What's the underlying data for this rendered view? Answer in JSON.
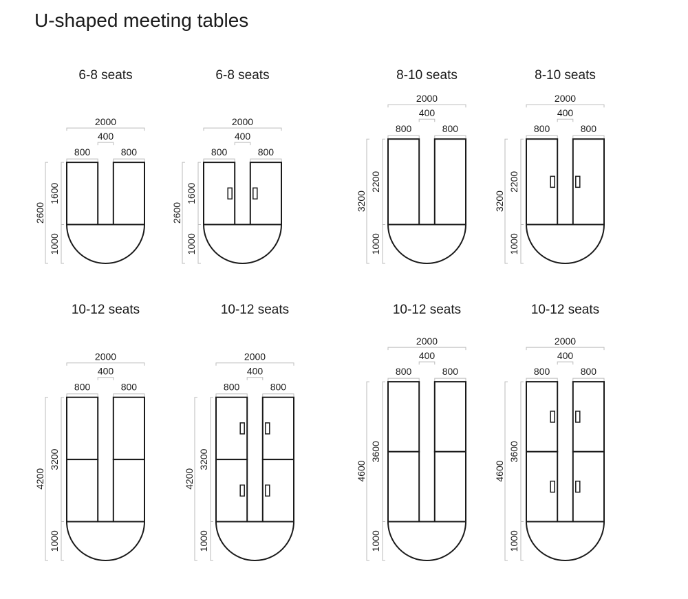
{
  "title": "U-shaped meeting tables",
  "colors": {
    "outline": "#1a1a1a",
    "dimension": "#bbbbbb",
    "text": "#1a1a1a"
  },
  "tables": [
    {
      "label": "6-8 seats",
      "width": "2000",
      "gap": "400",
      "arm": "800",
      "total_length": "2600",
      "arm_length": "1600",
      "depth": "1000",
      "arm_mm": 1600,
      "modules": 1,
      "power_outlets": false
    },
    {
      "label": "6-8 seats",
      "width": "2000",
      "gap": "400",
      "arm": "800",
      "total_length": "2600",
      "arm_length": "1600",
      "depth": "1000",
      "arm_mm": 1600,
      "modules": 1,
      "power_outlets": true
    },
    {
      "label": "8-10 seats",
      "width": "2000",
      "gap": "400",
      "arm": "800",
      "total_length": "3200",
      "arm_length": "2200",
      "depth": "1000",
      "arm_mm": 2200,
      "modules": 1,
      "power_outlets": false
    },
    {
      "label": "8-10 seats",
      "width": "2000",
      "gap": "400",
      "arm": "800",
      "total_length": "3200",
      "arm_length": "2200",
      "depth": "1000",
      "arm_mm": 2200,
      "modules": 1,
      "power_outlets": true
    },
    {
      "label": "10-12 seats",
      "width": "2000",
      "gap": "400",
      "arm": "800",
      "total_length": "4200",
      "arm_length": "3200",
      "depth": "1000",
      "arm_mm": 3200,
      "modules": 2,
      "power_outlets": false
    },
    {
      "label": "10-12 seats",
      "width": "2000",
      "gap": "400",
      "arm": "800",
      "total_length": "4200",
      "arm_length": "3200",
      "depth": "1000",
      "arm_mm": 3200,
      "modules": 2,
      "power_outlets": true
    },
    {
      "label": "10-12 seats",
      "width": "2000",
      "gap": "400",
      "arm": "800",
      "total_length": "4600",
      "arm_length": "3600",
      "depth": "1000",
      "arm_mm": 3600,
      "modules": 2,
      "power_outlets": false
    },
    {
      "label": "10-12 seats",
      "width": "2000",
      "gap": "400",
      "arm": "800",
      "total_length": "4600",
      "arm_length": "3600",
      "depth": "1000",
      "arm_mm": 3600,
      "modules": 2,
      "power_outlets": true
    }
  ]
}
